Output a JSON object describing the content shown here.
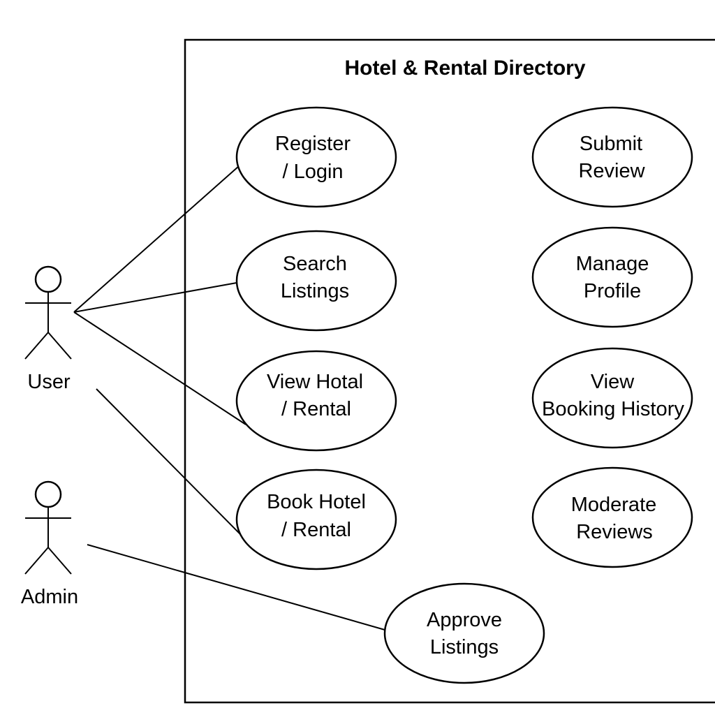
{
  "system": {
    "title": "Hotel & Rental Directory"
  },
  "actors": [
    {
      "id": "user",
      "label": "User"
    },
    {
      "id": "admin",
      "label": "Admin"
    }
  ],
  "use_cases": [
    {
      "id": "register-login",
      "lines": [
        "Register",
        "/ Login"
      ]
    },
    {
      "id": "search-listings",
      "lines": [
        "Search",
        "Listings"
      ]
    },
    {
      "id": "view-hotel-rental",
      "lines": [
        "View Hotal",
        "/ Rental"
      ]
    },
    {
      "id": "book-hotel-rental",
      "lines": [
        "Book Hotel",
        "/ Rental"
      ]
    },
    {
      "id": "submit-review",
      "lines": [
        "Submit",
        "Review"
      ]
    },
    {
      "id": "manage-profile",
      "lines": [
        "Manage",
        "Profile"
      ]
    },
    {
      "id": "view-booking-history",
      "lines": [
        "View",
        "Booking History"
      ]
    },
    {
      "id": "moderate-reviews",
      "lines": [
        "Moderate",
        "Reviews"
      ]
    },
    {
      "id": "approve-listings",
      "lines": [
        "Approve",
        "Listings"
      ]
    }
  ],
  "associations": [
    {
      "from": "user",
      "to": "register-login"
    },
    {
      "from": "user",
      "to": "search-listings"
    },
    {
      "from": "user",
      "to": "view-hotel-rental"
    },
    {
      "from": "user",
      "to": "book-hotel-rental"
    },
    {
      "from": "admin",
      "to": "approve-listings"
    }
  ]
}
